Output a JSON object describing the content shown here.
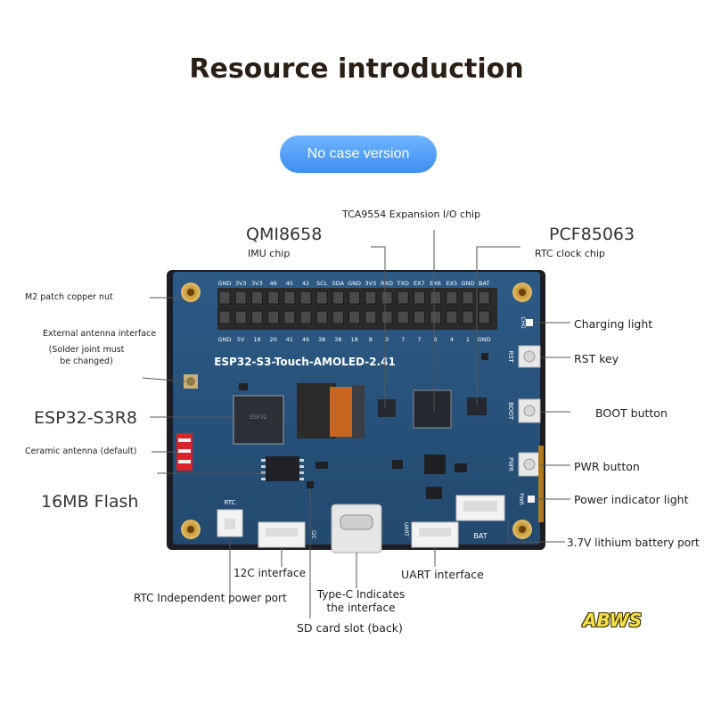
{
  "title": "Resource introduction",
  "version_button": "No case version",
  "board": {
    "name": "ESP32-S3-Touch-AMOLED-2.41",
    "header_top_pins": [
      "GND",
      "3V3",
      "3V3",
      "46",
      "45",
      "42",
      "SCL",
      "SDA",
      "GND",
      "3V3",
      "RXD",
      "TXD",
      "EX7",
      "EX6",
      "EX5",
      "GND",
      "BAT"
    ],
    "header_bottom_pins": [
      "GND",
      "5V",
      "19",
      "20",
      "41",
      "46",
      "38",
      "38",
      "18",
      "8",
      "3",
      "7",
      "7",
      "6",
      "4",
      "1",
      "GND"
    ],
    "silkscreen": {
      "rtc": "RTC",
      "i2c": "I2C",
      "uart": "UART",
      "bat": "BAT",
      "chg": "CHG",
      "rst": "RST",
      "boot": "BOOT",
      "pwr": "PWR",
      "pwr2": "PWR"
    }
  },
  "labels": {
    "tca9554": "TCA9554 Expansion I/O chip",
    "qmi8658": "QMI8658",
    "imu_chip": "IMU chip",
    "pcf85063": "PCF85063",
    "rtc_clock_chip": "RTC clock chip",
    "m2_nut": "M2 patch copper nut",
    "ext_antenna": "External antenna interface",
    "ext_antenna_note1": "(Solder joint must",
    "ext_antenna_note2": "be changed)",
    "esp32_s3r8": "ESP32-S3R8",
    "ceramic_antenna": "Ceramic antenna (default)",
    "flash": "16MB Flash",
    "charging_light": "Charging light",
    "rst_key": "RST key",
    "boot_button": "BOOT button",
    "pwr_button": "PWR button",
    "power_indicator": "Power indicator light",
    "battery_port": "3.7V lithium battery port",
    "i2c_interface": "12C interface",
    "rtc_power_port": "RTC Independent power port",
    "typec_1": "Type-C Indicates",
    "typec_2": "the interface",
    "uart_interface": "UART interface",
    "sd_slot": "SD card slot (back)"
  },
  "watermark": "ABWS"
}
